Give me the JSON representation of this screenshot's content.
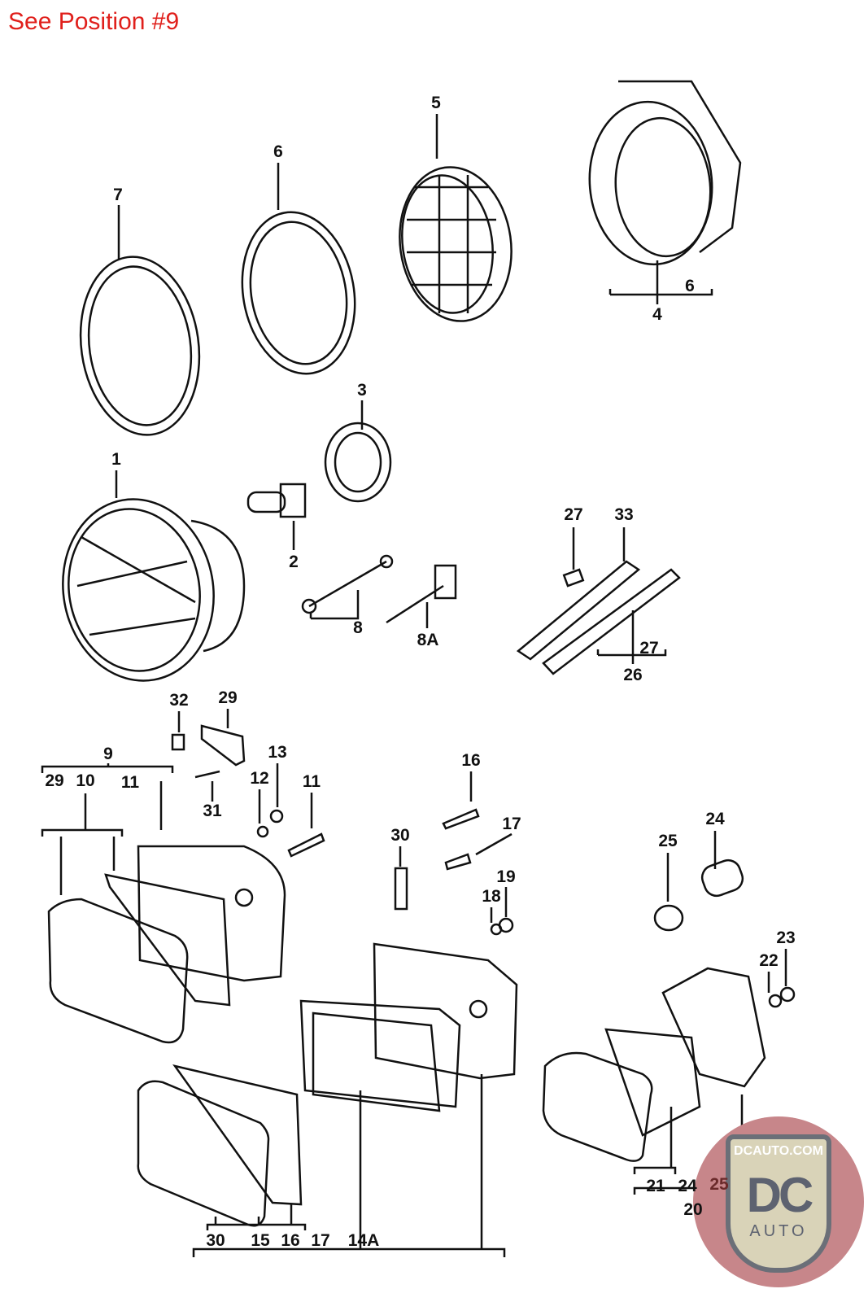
{
  "title": "See Position #9",
  "callouts": [
    "7",
    "6",
    "5",
    "4",
    "6",
    "3",
    "1",
    "2",
    "8",
    "8A",
    "27",
    "33",
    "27",
    "26",
    "32",
    "29",
    "9",
    "29",
    "10",
    "11",
    "13",
    "12",
    "11",
    "31",
    "16",
    "17",
    "30",
    "19",
    "18",
    "25",
    "24",
    "23",
    "22",
    "30",
    "15",
    "16",
    "17",
    "14A",
    "21",
    "24",
    "25",
    "20"
  ],
  "logo": {
    "top_text": "DCAUTO.COM",
    "main_text": "DC",
    "sub_text": "AUTO",
    "colors": {
      "red": "#d9434a",
      "gray": "#5d6270",
      "cream": "#d9d3b8"
    }
  },
  "colors": {
    "title": "#e0201c",
    "lines": "#111111"
  }
}
